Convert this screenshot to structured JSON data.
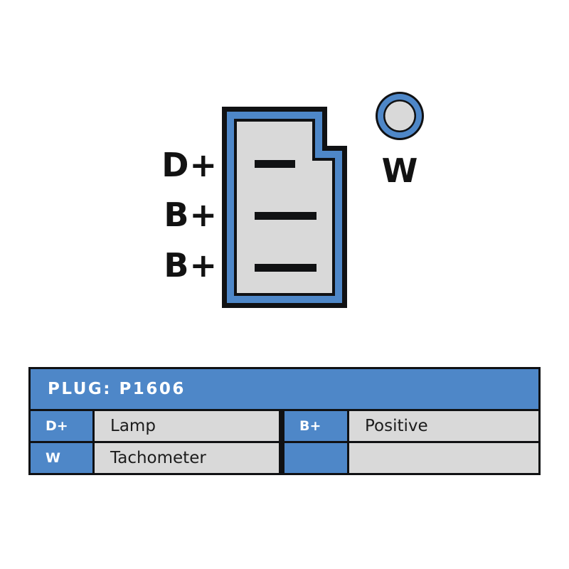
{
  "diagram": {
    "pin_labels": [
      {
        "label": "D+"
      },
      {
        "label": "B+"
      },
      {
        "label": "B+"
      }
    ],
    "terminal_label": "W"
  },
  "table": {
    "title": "PLUG: P1606",
    "rows": [
      {
        "cells": [
          {
            "pin": "D+",
            "desc": "Lamp"
          },
          {
            "pin": "B+",
            "desc": "Positive"
          }
        ]
      },
      {
        "cells": [
          {
            "pin": "W",
            "desc": "Tachometer"
          },
          {
            "pin": "",
            "desc": ""
          }
        ]
      }
    ]
  },
  "colors": {
    "blue": "#4e87c8",
    "gray": "#d9d9d9",
    "line": "#101113",
    "background": "#ffffff"
  }
}
